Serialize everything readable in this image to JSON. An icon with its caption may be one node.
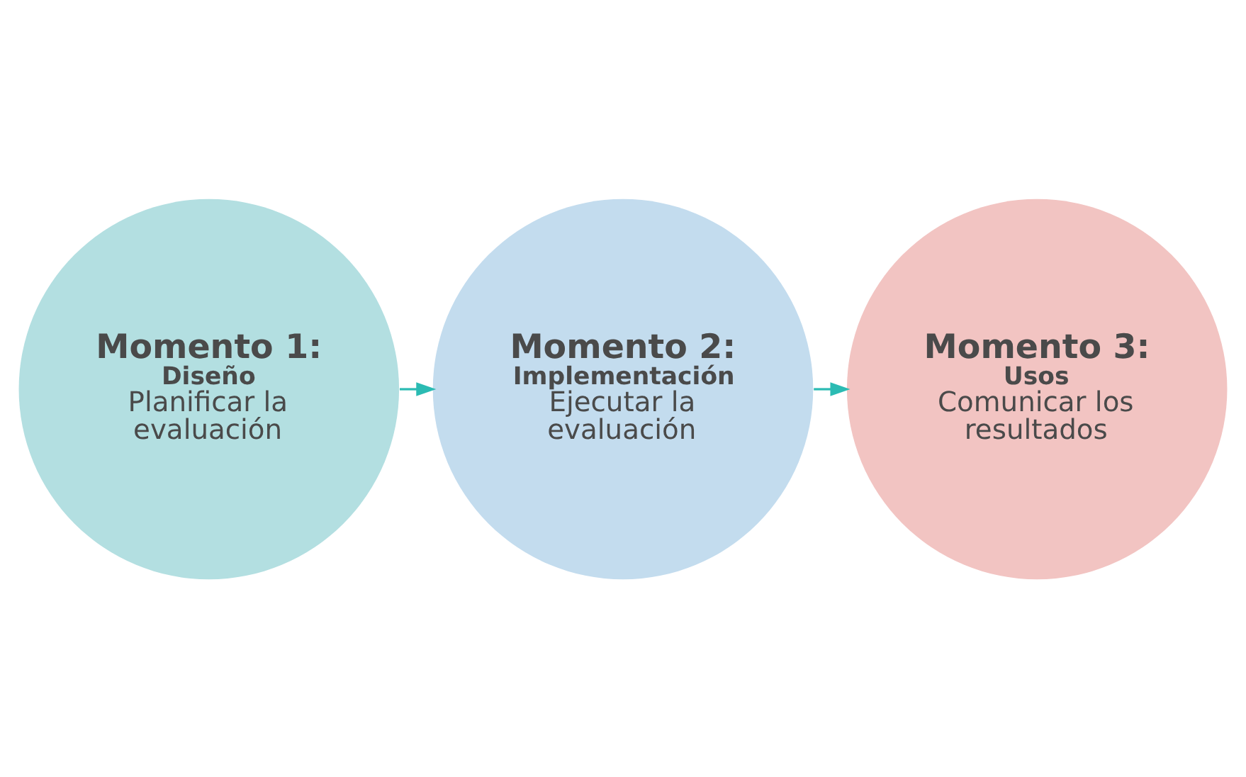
{
  "diagram": {
    "nodes": [
      {
        "text": [
          "Momento 1:",
          "Diseño",
          "Planificar la evaluación"
        ]
      },
      {
        "text": [
          "Momento 2:",
          "Implementación",
          "Ejecutar la evaluación"
        ]
      },
      {
        "text": [
          "Momento 3:",
          "Usos",
          "Comunicar los resultados"
        ]
      }
    ],
    "edges": [
      {
        "from": 0,
        "to": 1,
        "arrow": "to"
      },
      {
        "from": 1,
        "to": 2,
        "arrow": "to"
      }
    ]
  }
}
